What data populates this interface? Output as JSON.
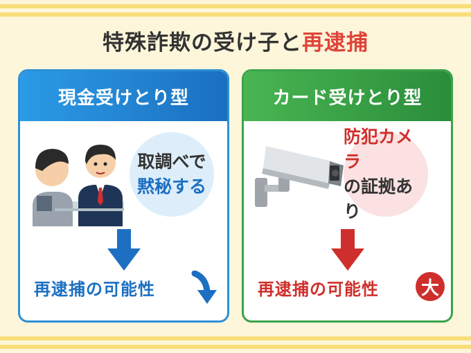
{
  "title": {
    "main": "特殊詐欺の受け子と",
    "highlight": "再逮捕"
  },
  "cards": [
    {
      "header": "現金受けとり型",
      "bubble": {
        "line1": "取調べで",
        "line2": "黙秘する"
      },
      "result": "再逮捕の可能性",
      "result_icon": "down-arrow-icon"
    },
    {
      "header": "カード受けとり型",
      "bubble": {
        "line1": "防犯カメラ",
        "line2": "の証拠あり"
      },
      "result": "再逮捕の可能性",
      "badge": "大"
    }
  ],
  "colors": {
    "background": "#fdf6da",
    "stripe": "#f7de7a",
    "accent_red": "#e0433a",
    "blue": "#1c6fc1",
    "green": "#3ba34a"
  }
}
